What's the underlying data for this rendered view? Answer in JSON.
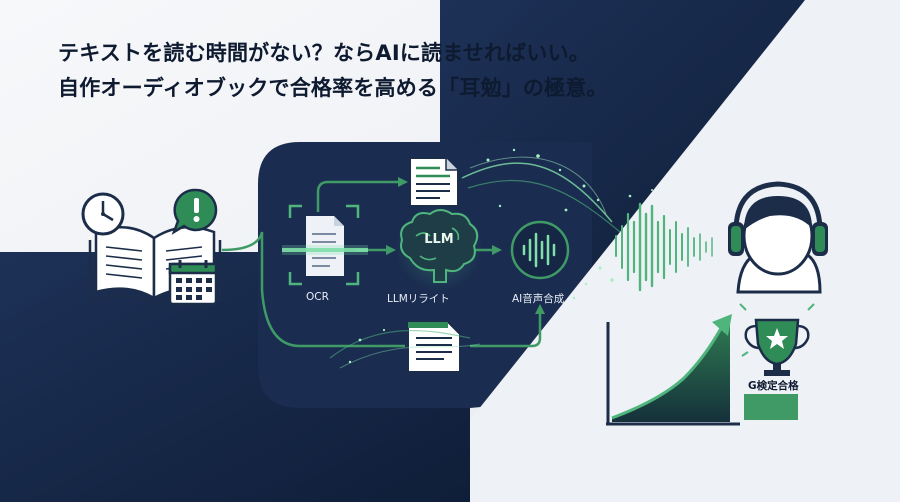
{
  "headline": {
    "line1": "テキストを読む時間がない？ならAIに読ませればいい。",
    "line2": "自作オーディオブックで合格率を高める「耳勉」の極意。"
  },
  "pipeline": {
    "ocr_label": "OCR",
    "llm_label": "LLMリライト",
    "llm_badge": "LLM",
    "tts_label": "AI音声合成"
  },
  "goal": {
    "label": "G検定合格"
  },
  "colors": {
    "navy": "#17294a",
    "accent_green": "#3f9a66",
    "light_green": "#6fd79a",
    "background": "#eef1f5"
  },
  "icons": [
    "book-icon",
    "clock-icon",
    "alert-icon",
    "calendar-icon",
    "document-icon",
    "brain-icon",
    "waveform-icon",
    "headphones-user-icon",
    "trophy-icon",
    "growth-chart-icon"
  ]
}
